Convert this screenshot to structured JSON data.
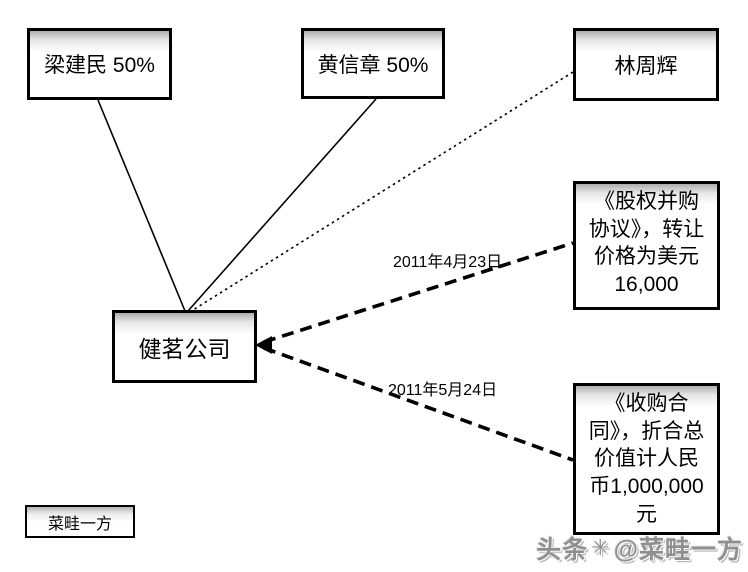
{
  "nodes": {
    "liang": {
      "label": "梁建民 50%"
    },
    "huang": {
      "label": "黄信章 50%"
    },
    "lin": {
      "label": "林周辉"
    },
    "jianming": {
      "label": "健茗公司"
    },
    "equity": {
      "label": "《股权并购协议》，转让价格为美元16,000"
    },
    "purchase": {
      "label": "《收购合同》，折合总价值计人民币1,000,000元"
    }
  },
  "edges": {
    "liang_to_jianming": {
      "from": "liang",
      "to": "jianming",
      "style": "solid"
    },
    "huang_to_jianming": {
      "from": "huang",
      "to": "jianming",
      "style": "solid"
    },
    "lin_to_jianming": {
      "from": "lin",
      "to": "jianming",
      "style": "dotted"
    },
    "equity_to_jianming": {
      "from": "equity",
      "to": "jianming",
      "style": "dashed-arrow",
      "label": "2011年4月23日"
    },
    "purchase_to_jianming": {
      "from": "purchase",
      "to": "jianming",
      "style": "dashed-arrow",
      "label": "2011年5月24日"
    }
  },
  "signature": {
    "label": "菜畦一方"
  },
  "watermark": {
    "prefix": "头条",
    "suffix": "@菜畦一方"
  },
  "icons": {
    "toutiao_logo": "✳"
  },
  "colors": {
    "background": "#ffffff",
    "line": "#000000",
    "node_border": "#000000",
    "node_gradient_top": "#aeaeae",
    "watermark": "#8f8f8f"
  }
}
